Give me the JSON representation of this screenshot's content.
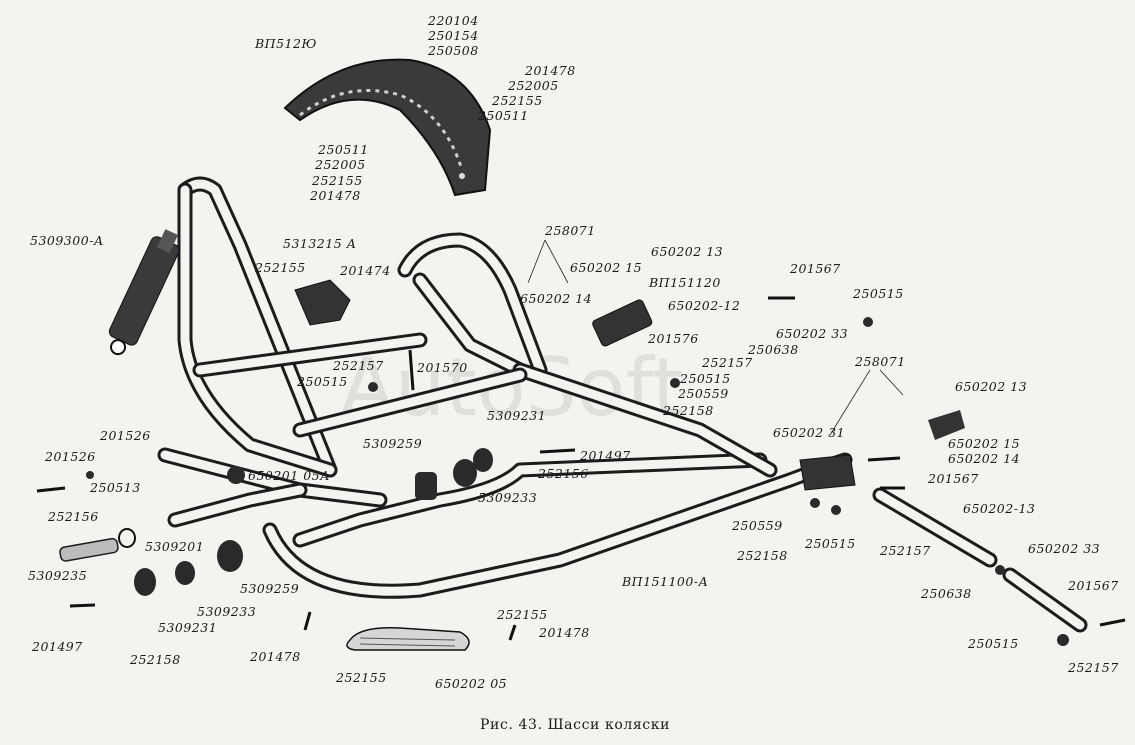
{
  "caption": "Рис. 43. Шасси коляски",
  "labels": [
    "220104",
    "250154",
    "250508",
    "ВП512Ю",
    "201478",
    "252005",
    "252155",
    "250511",
    "250511",
    "252005",
    "252155",
    "201478",
    "5309300-А",
    "5313215 А",
    "252155",
    "201474",
    "258071",
    "650202 13",
    "650202 15",
    "650202 14",
    "ВП151120",
    "201567",
    "650202-12",
    "250515",
    "201576",
    "650202 33",
    "252157",
    "250638",
    "250515",
    "252157",
    "201570",
    "250515",
    "252158",
    "250559",
    "5309231",
    "258071",
    "650202 13",
    "5309259",
    "201497",
    "252156",
    "5309233",
    "650202 31",
    "650202 15",
    "650202 14",
    "201526",
    "201526",
    "250513",
    "252156",
    "650201 05А",
    "201567",
    "650202-13",
    "250559",
    "250515",
    "252158",
    "252157",
    "5309201",
    "5309235",
    "5309233",
    "5309259",
    "5309231",
    "ВП151100-А",
    "650202 33",
    "250638",
    "201567",
    "250515",
    "252157",
    "201497",
    "252158",
    "201478",
    "252155",
    "201478",
    "252155",
    "650202 05"
  ]
}
